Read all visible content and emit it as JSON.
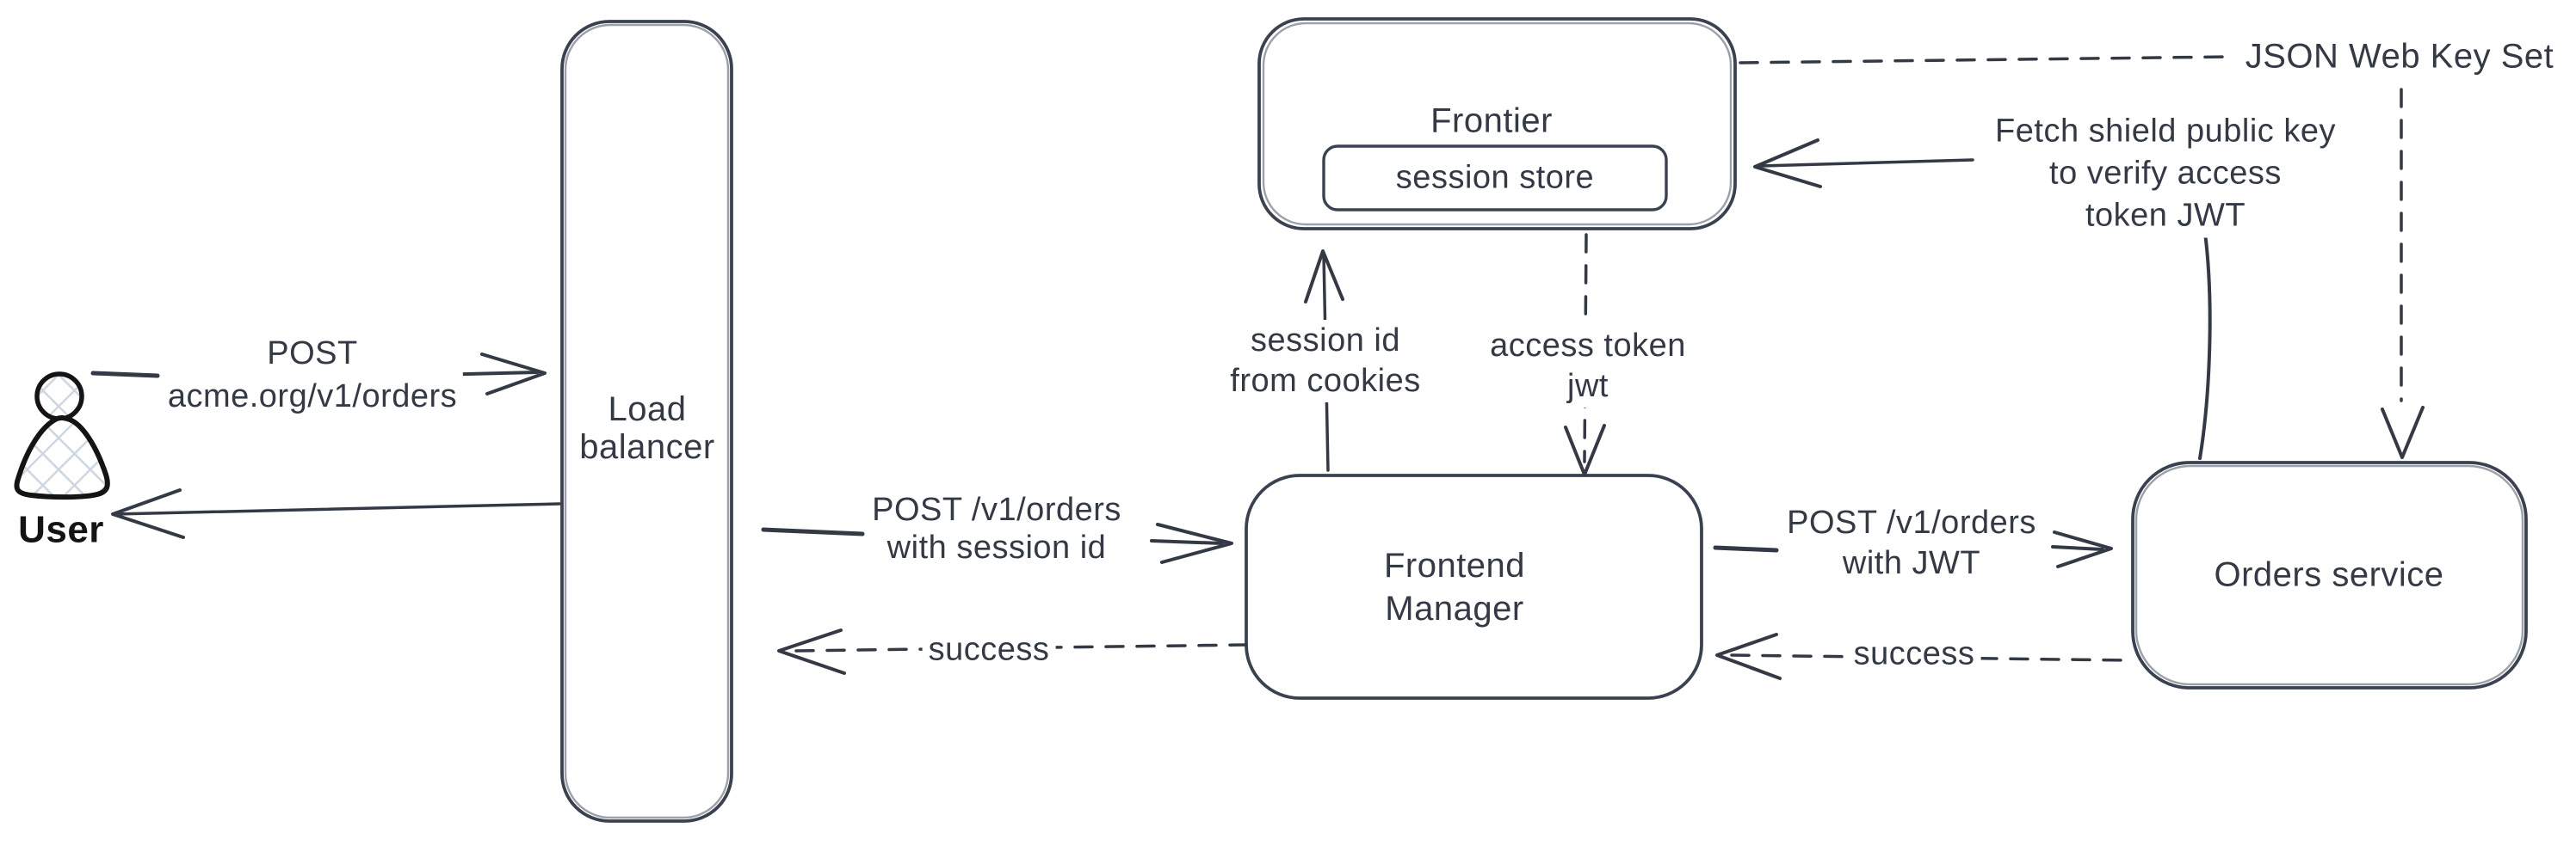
{
  "diagram": {
    "accent_stroke_color": "#333a45",
    "person_stroke_color": "#141414",
    "hatch_fill_color": "#ccd6e0",
    "background_color": "#ffffff",
    "nodes": {
      "user": {
        "label": "User",
        "icon": "person-icon"
      },
      "load_balancer": {
        "line1": "Load",
        "line2": "balancer"
      },
      "frontier": {
        "label": "Frontier"
      },
      "session_store": {
        "label": "session store"
      },
      "frontend_manager": {
        "line1": "Frontend",
        "line2": "Manager"
      },
      "orders_service": {
        "label": "Orders service"
      },
      "json_web_key_set": {
        "label": "JSON Web Key Set"
      }
    },
    "edges": {
      "user_to_load_balancer": {
        "line1": "POST",
        "line2": "acme.org/v1/orders",
        "style": "solid"
      },
      "load_balancer_to_user": {
        "style": "solid"
      },
      "load_balancer_to_frontend_manager": {
        "line1": "POST /v1/orders",
        "line2": "with session id",
        "style": "solid"
      },
      "frontend_manager_to_load_balancer": {
        "label": "success",
        "style": "dashed"
      },
      "frontend_manager_to_frontier": {
        "line1": "session id",
        "line2": "from cookies",
        "style": "solid"
      },
      "frontier_to_frontend_manager": {
        "line1": "access token",
        "line2": "jwt",
        "style": "dashed"
      },
      "frontend_manager_to_orders_service": {
        "line1": "POST /v1/orders",
        "line2": "with JWT",
        "style": "solid"
      },
      "orders_service_to_frontend_manager": {
        "label": "success",
        "style": "dashed"
      },
      "orders_service_to_frontier": {
        "line1": "Fetch shield public key",
        "line2": "to verify access",
        "line3": "token JWT",
        "style": "solid"
      },
      "json_web_key_set_to_orders_service": {
        "style": "dashed"
      }
    }
  }
}
